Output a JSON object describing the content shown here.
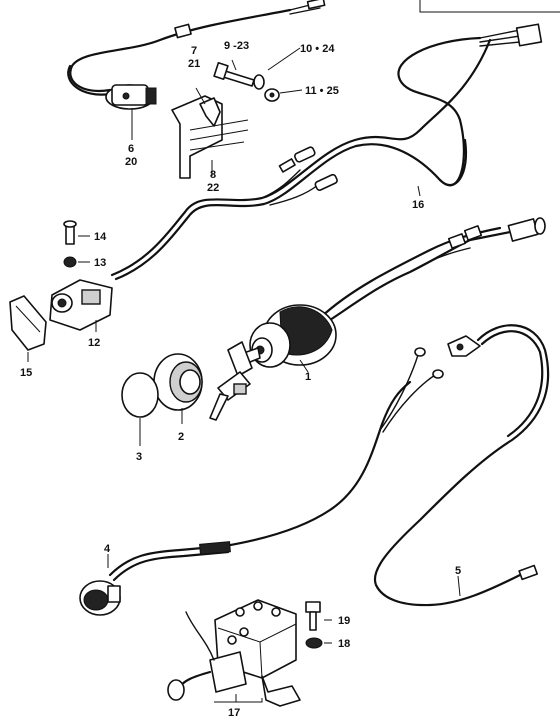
{
  "callouts": [
    {
      "id": "p1",
      "text": "1"
    },
    {
      "id": "p2",
      "text": "2"
    },
    {
      "id": "p3",
      "text": "3"
    },
    {
      "id": "p4",
      "text": "4"
    },
    {
      "id": "p5",
      "text": "5"
    },
    {
      "id": "p6_20",
      "line1": "6",
      "line2": "20"
    },
    {
      "id": "p7_21",
      "line1": "7",
      "line2": "21"
    },
    {
      "id": "p8_22",
      "line1": "8",
      "line2": "22"
    },
    {
      "id": "p9_23",
      "text": "9 -23"
    },
    {
      "id": "p10_24",
      "text": "10 • 24"
    },
    {
      "id": "p11_25",
      "text": "11 • 25"
    },
    {
      "id": "p12",
      "text": "12"
    },
    {
      "id": "p13",
      "text": "13"
    },
    {
      "id": "p14",
      "text": "14"
    },
    {
      "id": "p15",
      "text": "15"
    },
    {
      "id": "p16",
      "text": "16"
    },
    {
      "id": "p17",
      "text": "17"
    },
    {
      "id": "p18",
      "text": "18"
    },
    {
      "id": "p19",
      "text": "19"
    }
  ]
}
